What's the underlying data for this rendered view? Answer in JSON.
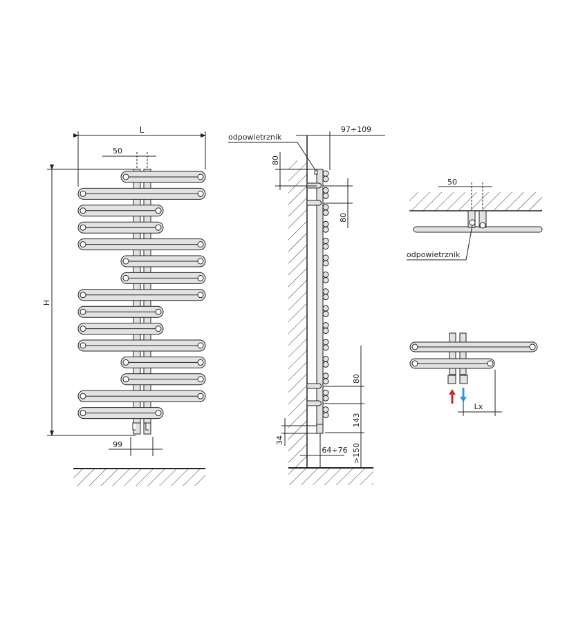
{
  "diagram": {
    "type": "technical-drawing",
    "subject": "towel radiator dimensions",
    "colors": {
      "line": "#222222",
      "tube_fill": "#e2e2e2",
      "supply_arrow": "#d0262d",
      "return_arrow": "#2a9bd8"
    },
    "front_view": {
      "width_label": "L",
      "height_label": "H",
      "connection_spacing": "50",
      "pipe_offset": "99",
      "bars": [
        "short-right",
        "long",
        "short-left",
        "short-left",
        "long",
        "short-right",
        "short-right",
        "long",
        "short-left",
        "short-left",
        "long",
        "short-right",
        "short-right",
        "long",
        "short-left"
      ]
    },
    "side_view": {
      "vent_label": "odpowietrznik",
      "depth_range": "97÷109",
      "top_offset": "80",
      "bracket_spacing_top": "80",
      "bracket_spacing_bottom": "80",
      "bottom_bracket_to_connection": "143",
      "connection_height": "34",
      "wall_to_connection": "64÷76",
      "floor_clearance": ">150"
    },
    "top_view": {
      "connection_spacing": "50",
      "vent_label": "odpowietrznik"
    },
    "connection_detail": {
      "offset_label": "Lx"
    }
  }
}
